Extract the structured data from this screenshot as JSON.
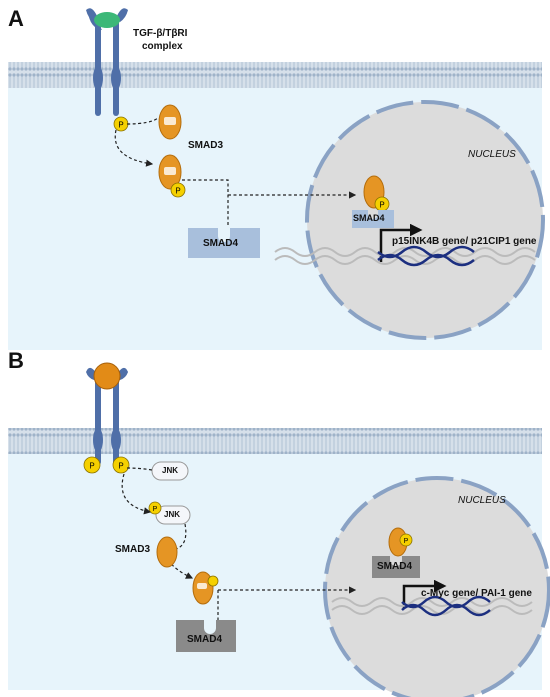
{
  "panel_a": {
    "label": "A",
    "receptor_label": "TGF-β/TβRI",
    "receptor_label_2": "complex",
    "smad3_label": "SMAD3",
    "smad4_label": "SMAD4",
    "nucleus_label": "NUCLEUS",
    "nuclear_smad4_label": "SMAD4",
    "gene_label": "p15INK4B gene/ p21CIP1 gene",
    "phospho": "P"
  },
  "panel_b": {
    "label": "B",
    "jnk_label": "JNK",
    "jnk_label_2": "JNK",
    "smad3_label": "SMAD3",
    "smad4_label": "SMAD4",
    "nucleus_label": "NUCLEUS",
    "nuclear_smad4_label": "SMAD4",
    "gene_label": "c-Myc gene/ PAI-1 gene",
    "phospho": "P"
  },
  "colors": {
    "membrane": "#c5d3e2",
    "cytoplasm": "#e7f4fb",
    "receptor": "#4f6fa8",
    "tgf_ligand": "#3cb878",
    "ligand_b": "#e28b17",
    "smad": "#e59524",
    "phospho": "#f5d000",
    "smad4_a": "#a8bfdc",
    "smad4_b": "#8a8a8a",
    "nucleus": "#dcdcdc",
    "nucleus_border": "#8aa2c4",
    "dna": "#1c2f80"
  }
}
